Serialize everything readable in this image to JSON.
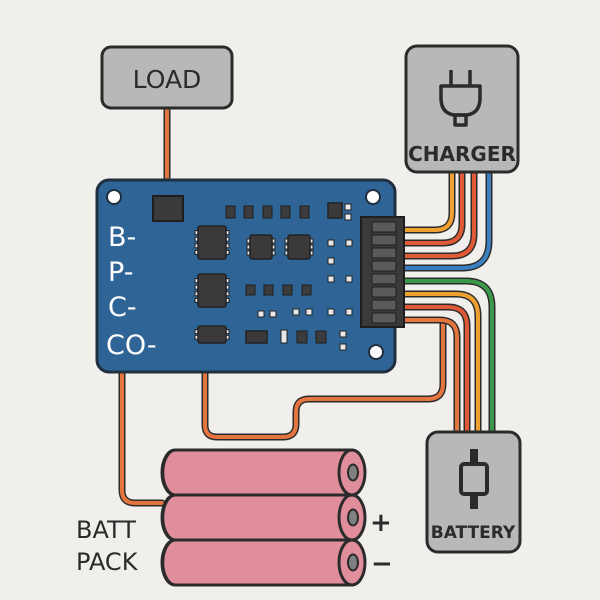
{
  "title": "",
  "nodes": {
    "load": {
      "label": "LOAD"
    },
    "charger": {
      "label": "CHARGER",
      "icon": "plug-icon"
    },
    "battery": {
      "label": "BATTERY",
      "icon": "battery-terminal-icon"
    },
    "pack": {
      "label_line1": "BATT",
      "label_line2": "PACK",
      "plus": "+",
      "minus": "−"
    }
  },
  "board": {
    "pins": [
      "B-",
      "P-",
      "C-",
      "CO-"
    ],
    "color": "#2f6496"
  },
  "colors": {
    "background": "#f1efeb",
    "wire_orange": "#e5753f",
    "wire_red": "#e05a35",
    "wire_yellow": "#f0a030",
    "wire_blue": "#3a7fc0",
    "wire_green": "#3a9a4a",
    "cell": "#e08e9c",
    "box": "#b8b8b8"
  }
}
